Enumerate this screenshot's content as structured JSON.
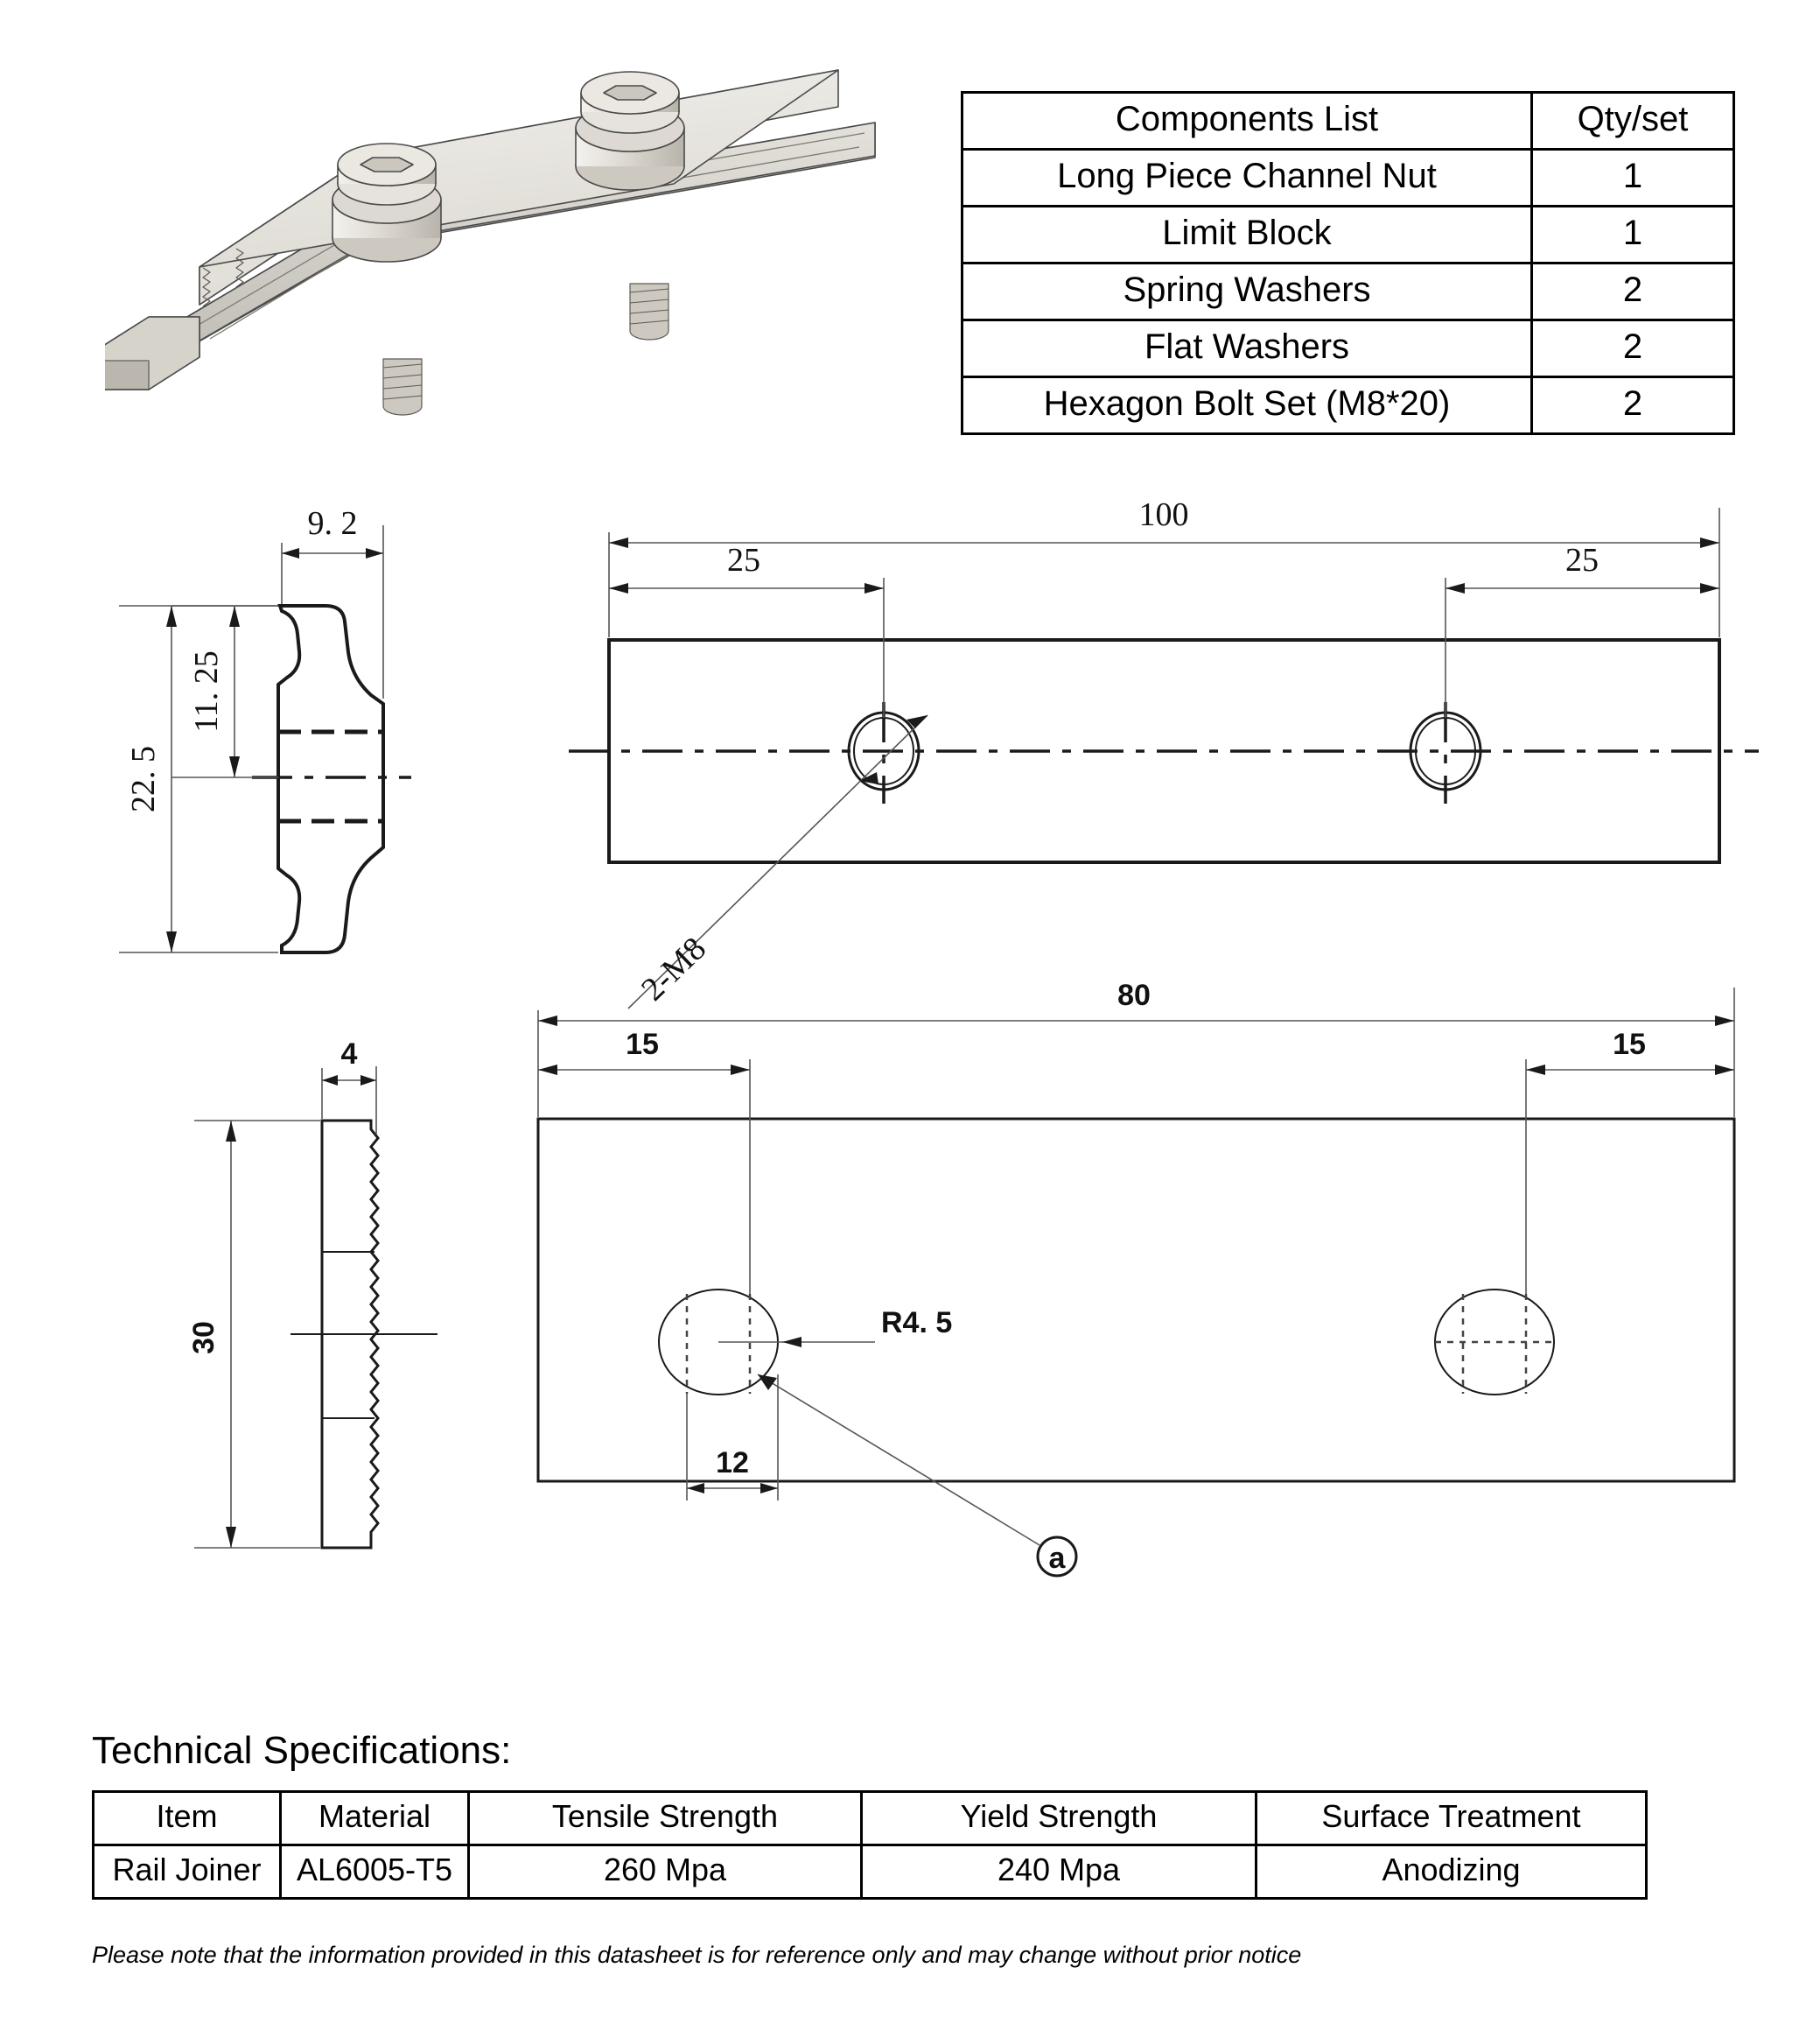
{
  "components_table": {
    "headers": [
      "Components List",
      "Qty/set"
    ],
    "rows": [
      {
        "name": "Long Piece Channel Nut",
        "qty": "1"
      },
      {
        "name": "Limit Block",
        "qty": "1"
      },
      {
        "name": "Spring Washers",
        "qty": "2"
      },
      {
        "name": "Flat Washers",
        "qty": "2"
      },
      {
        "name": "Hexagon Bolt Set (M8*20)",
        "qty": "2"
      }
    ]
  },
  "tech_spec": {
    "heading": "Technical Specifications:",
    "headers": [
      "Item",
      "Material",
      "Tensile Strength",
      "Yield Strength",
      "Surface Treatment"
    ],
    "row": {
      "item": "Rail Joiner",
      "material": "AL6005-T5",
      "tensile_strength": "260 Mpa",
      "yield_strength": "240 Mpa",
      "surface_treatment": "Anodizing"
    }
  },
  "footnote": "Please note that the information provided in this datasheet is for reference only and may change without prior notice",
  "drawings": {
    "channel_nut_section": {
      "width": "9. 2",
      "upper_height": "11. 25",
      "total_height": "22. 5"
    },
    "channel_nut_top": {
      "length": "100",
      "left_hole_offset": "25",
      "right_hole_offset": "25",
      "thread_note": "2-M8"
    },
    "limit_block_side": {
      "thickness": "4",
      "height": "30"
    },
    "limit_block_top": {
      "length": "80",
      "left_slot_offset": "15",
      "right_slot_offset": "15",
      "slot_width": "12",
      "slot_radius": "R4. 5",
      "callout": "a"
    }
  },
  "colors": {
    "line": "#1a1a1a",
    "thin_line": "#555555",
    "background": "#ffffff",
    "render_body": "#e8e6e0",
    "render_shade": "#c9c6bd"
  }
}
